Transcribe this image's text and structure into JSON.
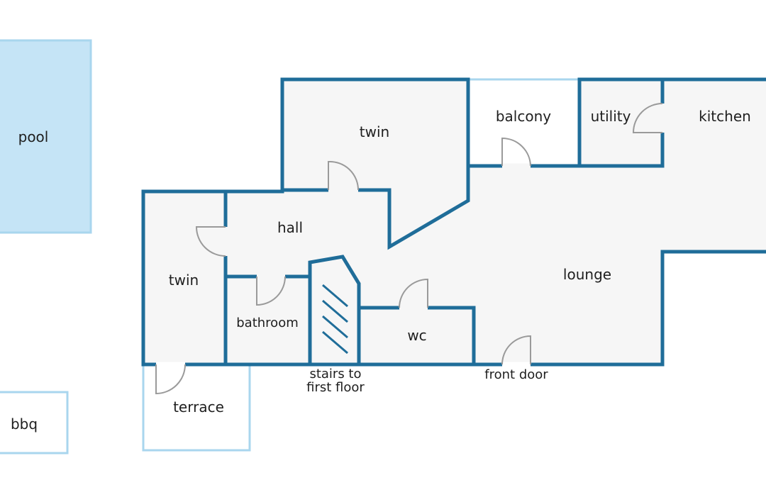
{
  "rooms": {
    "pool": "pool",
    "bbq": "bbq",
    "twin_upper": "twin",
    "balcony": "balcony",
    "utility": "utility",
    "kitchen": "kitchen",
    "hall": "hall",
    "twin_left": "twin",
    "bathroom": "bathroom",
    "lounge": "lounge",
    "wc": "wc",
    "terrace": "terrace",
    "stairs_line1": "stairs to",
    "stairs_line2": "first floor",
    "front_door": "front door"
  },
  "colors": {
    "wall": "#1f6d99",
    "light_outline": "#a9d6ee",
    "pool_fill": "#c5e4f6",
    "floor": "#f6f6f6",
    "door": "#9a9a9a"
  }
}
